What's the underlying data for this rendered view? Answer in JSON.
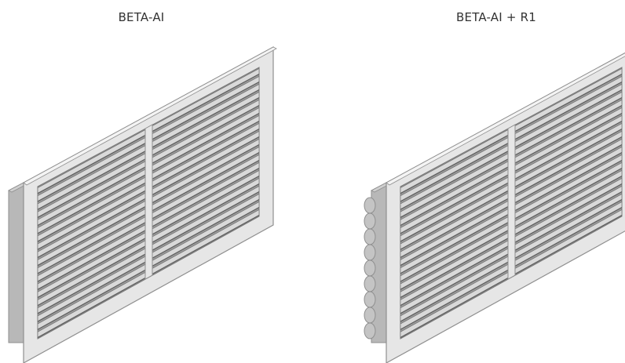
{
  "figures": [
    {
      "id": "left",
      "label": "BETA-AI",
      "has_damper": false
    },
    {
      "id": "right",
      "label": "BETA-AI + R1",
      "has_damper": true
    }
  ],
  "colors": {
    "frame_face": "#e6e6e6",
    "frame_edge": "#8f8f8f",
    "side_panel": "#b8b8b8",
    "louver_dark": "#6f6f6f",
    "louver_light": "#d9d9d9",
    "background": "#ffffff"
  }
}
